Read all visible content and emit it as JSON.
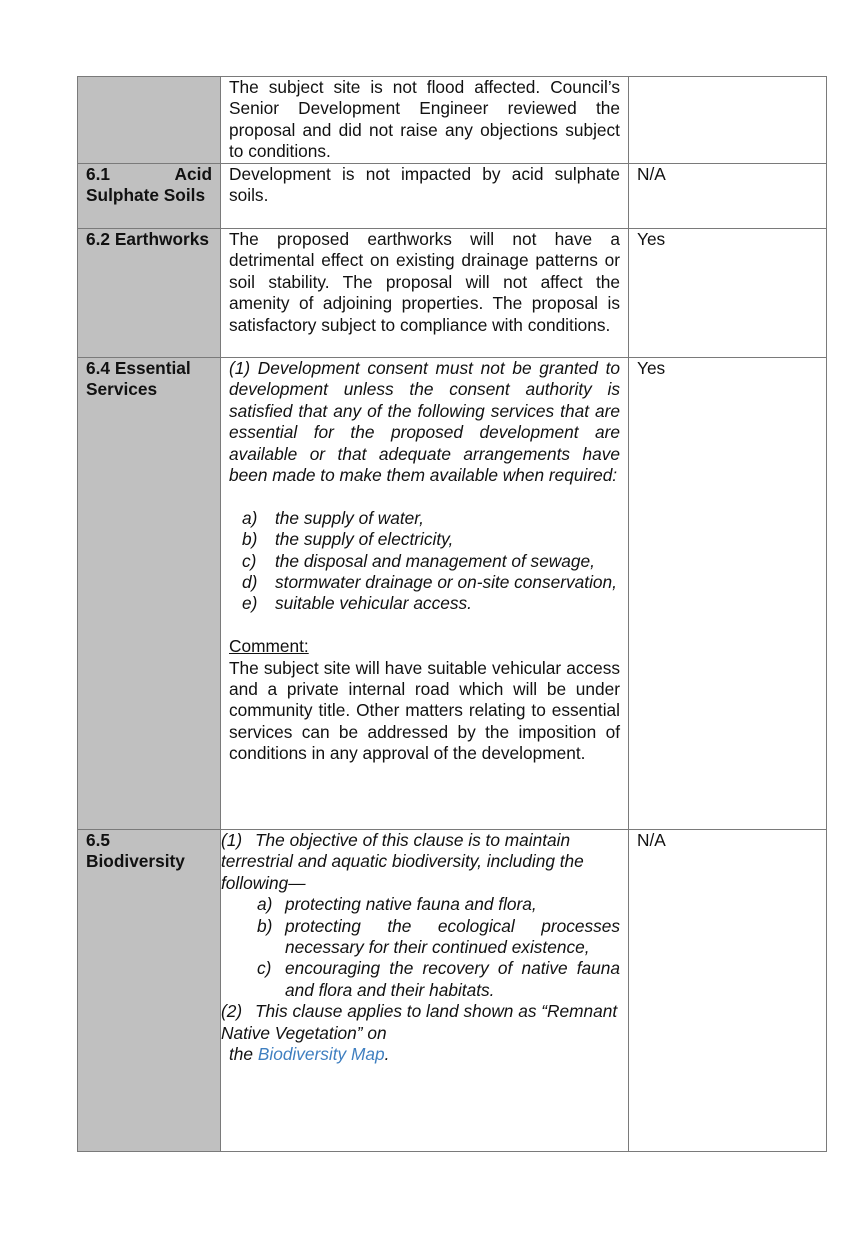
{
  "rows": {
    "flood": {
      "heading": "",
      "text": "The subject site is not flood affected. Council’s Senior Development Engineer reviewed the proposal and did not raise any objections subject to conditions.",
      "compliance": ""
    },
    "acid": {
      "heading_num": "6.1",
      "heading_word1": "Acid",
      "heading_rest": "Sulphate Soils",
      "text": "Development is not impacted by acid sulphate soils.",
      "compliance": "N/A"
    },
    "earthworks": {
      "heading": "6.2 Earthworks",
      "text": "The proposed earthworks will not have a detrimental effect on existing drainage patterns or soil stability. The proposal will not affect the amenity of adjoining properties. The proposal is satisfactory subject to compliance with conditions.",
      "compliance": "Yes"
    },
    "essential": {
      "heading": "6.4 Essential Services",
      "intro": "(1) Development consent must not be granted to development unless the consent authority is satisfied that any of the following services that are essential for the proposed development are available or that adequate arrangements have been made to make them available when required:",
      "items": [
        {
          "marker": "a)",
          "text": "the supply of water,"
        },
        {
          "marker": "b)",
          "text": "the supply of electricity,"
        },
        {
          "marker": "c)",
          "text": "the disposal and management of sewage,"
        },
        {
          "marker": "d)",
          "text": "stormwater drainage or on-site conservation,"
        },
        {
          "marker": "e)",
          "text": "suitable vehicular access."
        }
      ],
      "comment_label": "Comment:",
      "comment": "The subject site will have suitable vehicular access and a private internal road which will be under community title. Other matters relating to essential services can be addressed by the imposition of conditions in any approval of the development.",
      "compliance": "Yes"
    },
    "biodiversity": {
      "heading": "6.5 Biodiversity",
      "p1_num": "(1)",
      "p1_text": "The objective of this clause is to maintain terrestrial and aquatic biodiversity, including the following—",
      "items": [
        {
          "marker": "a)",
          "text": "protecting native fauna and flora,"
        },
        {
          "marker": "b)",
          "text": "protecting the ecological processes necessary for their continued existence,"
        },
        {
          "marker": "c)",
          "text": "encouraging the recovery of native fauna and flora and their habitats."
        }
      ],
      "p2_num": "(2)",
      "p2_text": "This clause applies to land shown as “Remnant Native Vegetation” on",
      "p2_prefix": "the",
      "link_text": "Biodiversity Map",
      "p2_suffix": ".",
      "compliance": "N/A"
    }
  },
  "colors": {
    "header_bg": "#c0c0c0",
    "border": "#7a7a7a",
    "link": "#3f7fc0"
  }
}
